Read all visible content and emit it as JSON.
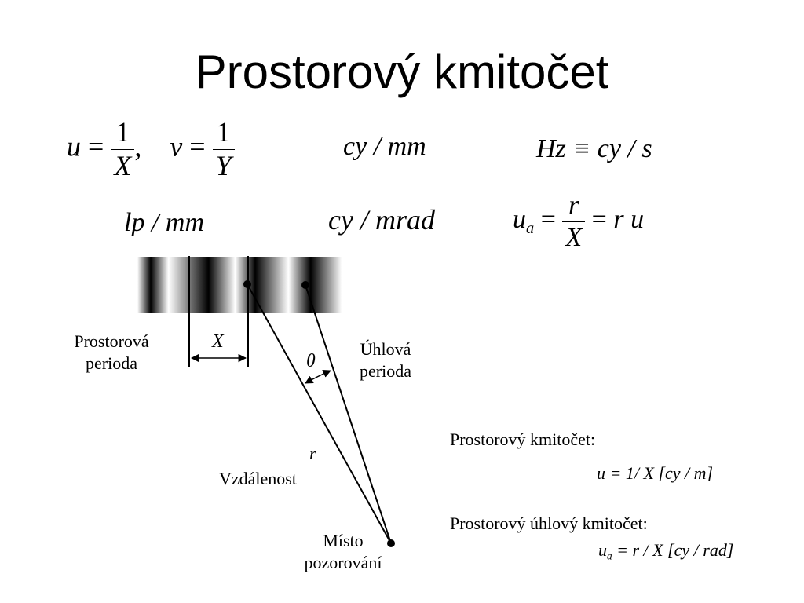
{
  "title": "Prostorový kmitočet",
  "formulas": {
    "u": "u",
    "v": "v",
    "eq": "=",
    "one": "1",
    "X": "X",
    "Y": "Y",
    "comma": ",",
    "cy_mm": "cy / mm",
    "hz_cy_s": "Hz ≡ cy / s",
    "lp_mm": "lp / mm",
    "cy_mrad": "cy / mrad",
    "ua_u": "u",
    "ua_sub": "a",
    "r": "r",
    "ru": "r u"
  },
  "diagram": {
    "stripes": {
      "dark_bands": 4,
      "color": "#000000"
    },
    "labels": {
      "prostorova": "Prostorová",
      "perioda1": "perioda",
      "x_label": "X",
      "theta": "θ",
      "uhlova": "Úhlová",
      "perioda2": "perioda",
      "r_label": "r",
      "vzdalenost": "Vzdálenost",
      "misto": "Místo",
      "pozorovani": "pozorování"
    }
  },
  "notes": {
    "heading1": "Prostorový kmitočet:",
    "formula1": "u = 1/ X [cy / m]",
    "heading2": "Prostorový úhlový kmitočet:",
    "formula2_u": "u",
    "formula2_sub": "a",
    "formula2_rest": " = r / X [cy / rad]"
  }
}
